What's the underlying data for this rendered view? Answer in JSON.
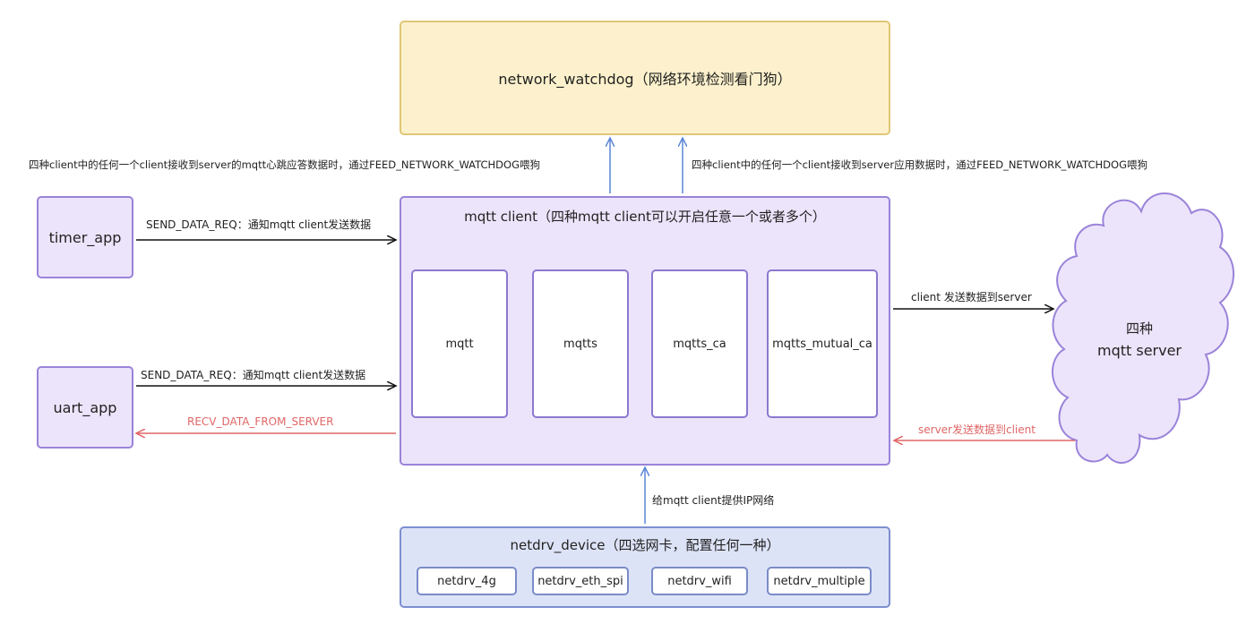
{
  "watchdog": {
    "title": "network_watchdog（网络环境检测看门狗）"
  },
  "notes": {
    "heartbeat": "四种client中的任何一个client接收到server的mqtt心跳应答数据时，通过FEED_NETWORK_WATCHDOG喂狗",
    "appdata": "四种client中的任何一个client接收到server应用数据时，通过FEED_NETWORK_WATCHDOG喂狗"
  },
  "apps": {
    "timer": "timer_app",
    "uart": "uart_app"
  },
  "client": {
    "title": "mqtt client（四种mqtt client可以开启任意一个或者多个）",
    "items": [
      "mqtt",
      "mqtts",
      "mqtts_ca",
      "mqtts_mutual_ca"
    ]
  },
  "server": {
    "line1": "四种",
    "line2": "mqtt server"
  },
  "edges": {
    "timer_send": "SEND_DATA_REQ：通知mqtt client发送数据",
    "uart_send": "SEND_DATA_REQ：通知mqtt client发送数据",
    "recv": "RECV_DATA_FROM_SERVER",
    "client_to_server": "client 发送数据到server",
    "server_to_client": "server发送数据到client",
    "ip": "给mqtt client提供IP网络"
  },
  "netdrv": {
    "title": "netdrv_device（四选网卡，配置任何一种）",
    "items": [
      "netdrv_4g",
      "netdrv_eth_spi",
      "netdrv_wifi",
      "netdrv_multiple"
    ]
  },
  "colors": {
    "purple": "#ece4fb",
    "yellow": "#fcf1cc",
    "blue": "#dde3f7",
    "red": "#e06666",
    "arrowBlue": "#5b86d6"
  }
}
